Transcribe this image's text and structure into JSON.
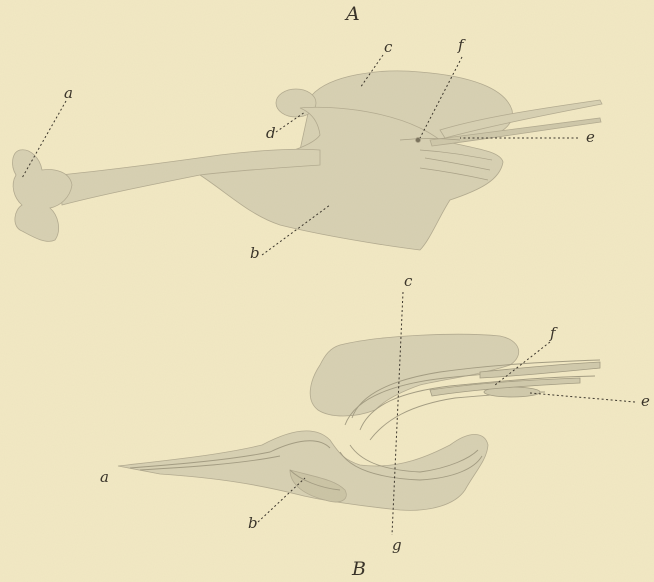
{
  "colors": {
    "paper": "#f3e9c4",
    "specimen": "#d8d1b3",
    "outline": "#a39c82",
    "ink": "#3a342a"
  },
  "figures": {
    "top": {
      "title": "A",
      "labels": {
        "a": "a",
        "b": "b",
        "c": "c",
        "d": "d",
        "e": "e",
        "f": "f"
      }
    },
    "bottom": {
      "title": "B",
      "labels": {
        "a": "a",
        "b": "b",
        "c": "c",
        "e": "e",
        "f": "f",
        "g": "g"
      }
    }
  }
}
